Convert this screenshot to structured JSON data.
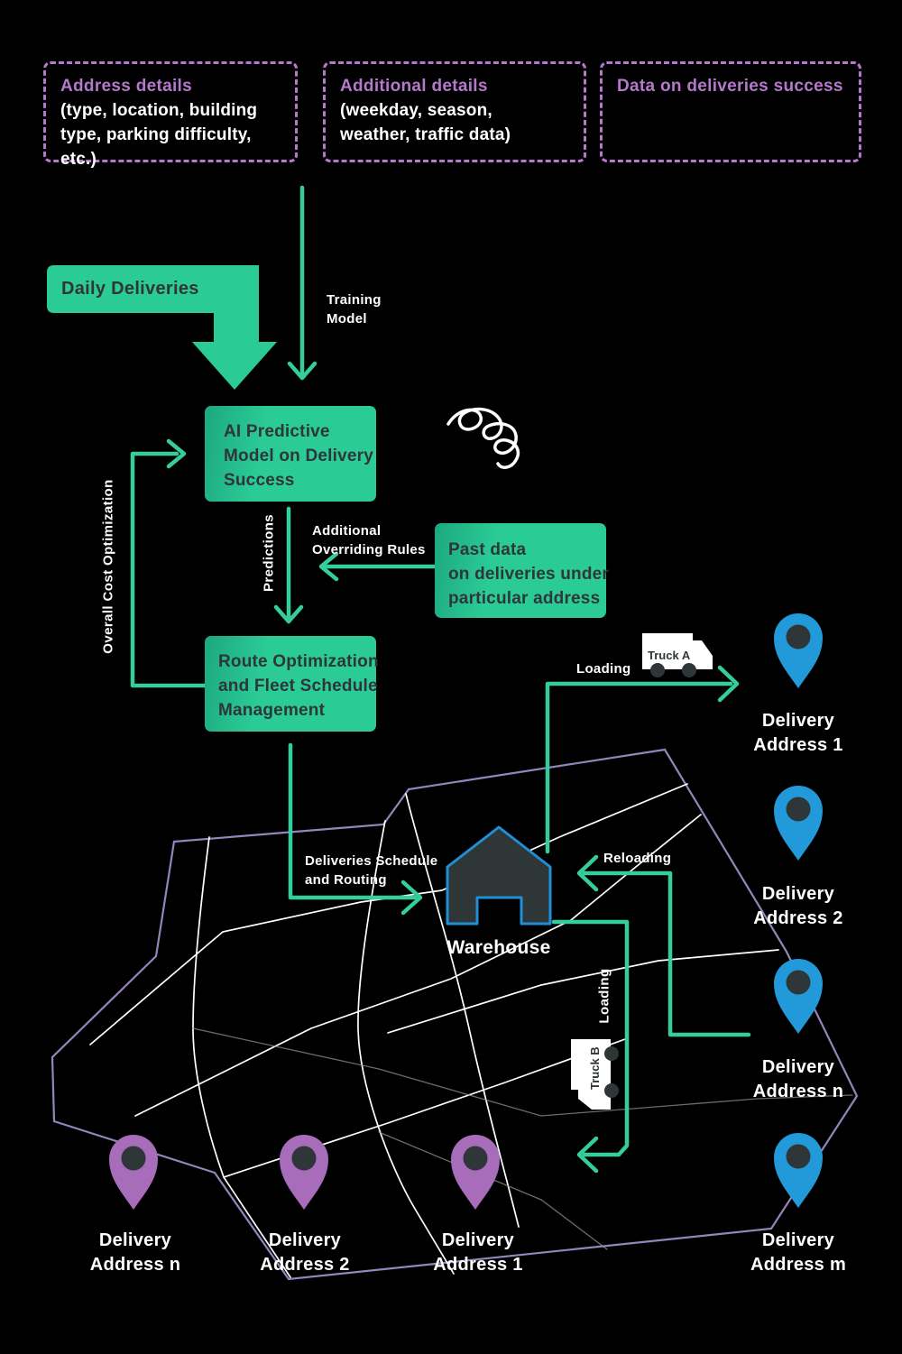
{
  "colors": {
    "background": "#000000",
    "green_box": "#2bcb96",
    "green_line": "#34cd9b",
    "dark_text": "#2e3638",
    "purple_text": "#b478cc",
    "map_border": "#9e8bc6",
    "road_white": "#ffffff",
    "blue_pin": "#2299d8",
    "purple_pin": "#a76cba",
    "warehouse_outline": "#1f8fd6"
  },
  "input_boxes": [
    {
      "title": "Address details",
      "lines": [
        "(type, location, building",
        "type, parking difficulty, etc.)"
      ]
    },
    {
      "title": "Additional details",
      "lines": [
        "(weekday, season,",
        "weather, traffic data)"
      ]
    },
    {
      "title": "Data on deliveries success",
      "lines": [
        "",
        ""
      ]
    }
  ],
  "flow": {
    "daily_deliveries": "Daily Deliveries",
    "training_model": {
      "lines": [
        "Training",
        "Model"
      ]
    },
    "ai_model": {
      "lines": [
        "AI Predictive",
        "Model on Delivery",
        "Success"
      ]
    },
    "predictions": "Predictions",
    "overriding_rules": {
      "lines": [
        "Additional",
        "Overriding Rules"
      ]
    },
    "past_data": {
      "lines": [
        "Past data",
        "on deliveries under",
        "particular address"
      ]
    },
    "route_optimization": {
      "lines": [
        "Route Optimization",
        "and Fleet Schedule",
        "Management"
      ]
    },
    "overall_cost": "Overall Cost Optimization",
    "schedule_routing": {
      "lines": [
        "Deliveries Schedule",
        "and Routing"
      ]
    }
  },
  "map": {
    "warehouse_label": "Warehouse",
    "loading_label_a": "Loading",
    "reloading_label": "Reloading",
    "loading_label_b": "Loading",
    "truck_a": "Truck A",
    "truck_b": "Truck B",
    "blue_pins": [
      {
        "lines": [
          "Delivery",
          "Address 1"
        ]
      },
      {
        "lines": [
          "Delivery",
          "Address 2"
        ]
      },
      {
        "lines": [
          "Delivery",
          "Address n"
        ]
      },
      {
        "lines": [
          "Delivery",
          "Address m"
        ]
      }
    ],
    "purple_pins": [
      {
        "lines": [
          "Delivery",
          "Address n"
        ]
      },
      {
        "lines": [
          "Delivery",
          "Address 2"
        ]
      },
      {
        "lines": [
          "Delivery",
          "Address 1"
        ]
      }
    ]
  }
}
